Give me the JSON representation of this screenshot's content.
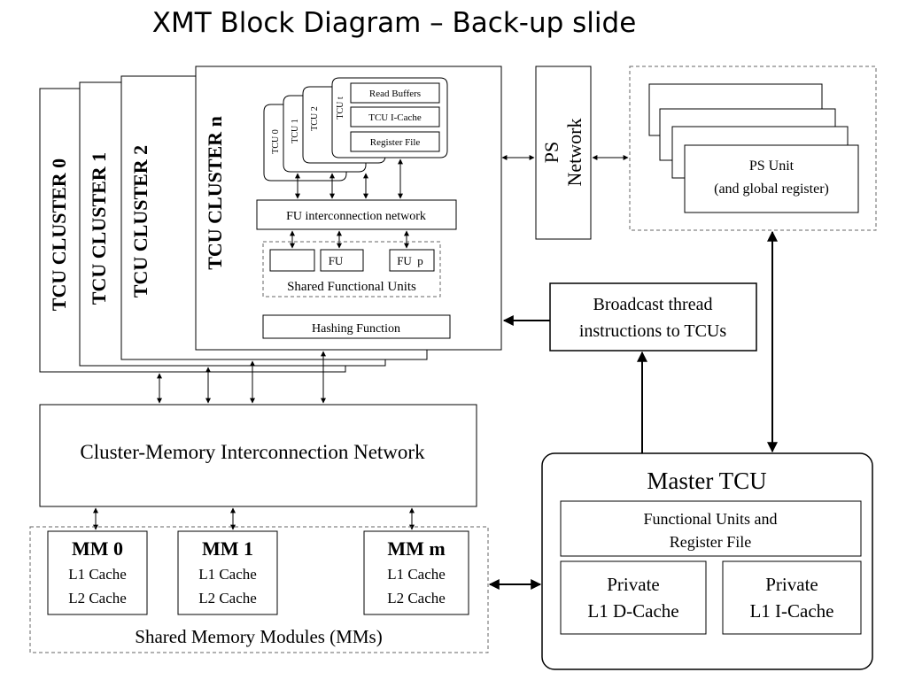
{
  "title": "XMT Block Diagram – Back-up slide",
  "clusters": {
    "c0": "TCU CLUSTER 0",
    "c1": "TCU CLUSTER 1",
    "c2": "TCU CLUSTER 2",
    "cn": "TCU CLUSTER n"
  },
  "tcus": {
    "t0": "TCU 0",
    "t1": "TCU 1",
    "t2": "TCU 2",
    "tt": "TCU t",
    "read_buffers": "Read Buffers",
    "icache": "TCU I-Cache",
    "register_file": "Register File"
  },
  "fu": {
    "network": "FU interconnection network",
    "fu": "FU",
    "fu_p": "FU  p",
    "shared_label": "Shared Functional Units",
    "hashing": "Hashing Function"
  },
  "ps": {
    "network_line1": "PS",
    "network_line2": "Network",
    "unit_line1": "PS Unit",
    "unit_line2": "(and global register)"
  },
  "broadcast": {
    "line1": "Broadcast thread",
    "line2": "instructions to TCUs"
  },
  "cmin": "Cluster-Memory Interconnection Network",
  "memory": {
    "mm0": "MM 0",
    "mm1": "MM 1",
    "mmm": "MM m",
    "l1": "L1 Cache",
    "l2": "L2 Cache",
    "shared_label": "Shared Memory Modules (MMs)"
  },
  "master": {
    "title": "Master TCU",
    "fu_line1": "Functional Units and",
    "fu_line2": "Register File",
    "dcache_line1": "Private",
    "dcache_line2": "L1 D-Cache",
    "icache_line1": "Private",
    "icache_line2": "L1 I-Cache"
  }
}
